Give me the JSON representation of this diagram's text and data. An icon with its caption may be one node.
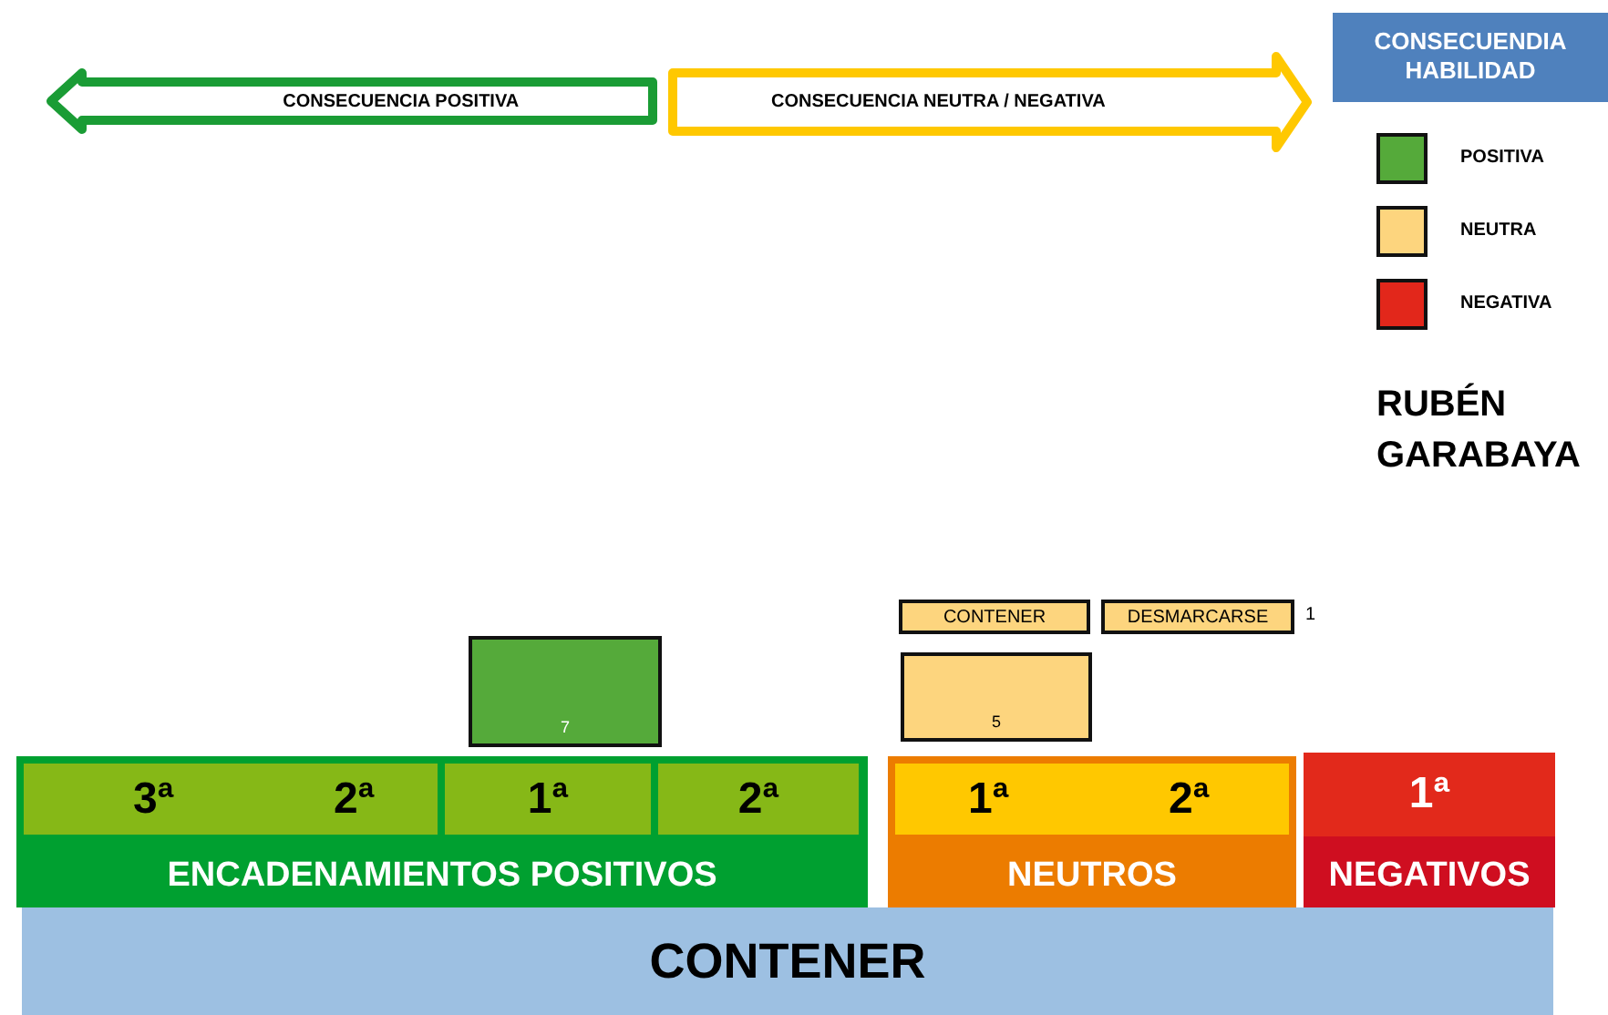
{
  "diagram": {
    "nodes": [
      {
        "text": [
          "CONSECUENCIA POSITIVA"
        ]
      },
      {
        "text": [
          "CONSECUENCIA NEUTRA / NEGATIVA"
        ]
      },
      {
        "text": [
          "CONSECUENDIA HABILIDAD"
        ]
      },
      {
        "text": [
          "7"
        ]
      },
      {
        "text": [
          "CONTENER"
        ]
      },
      {
        "text": [
          "DESMARCARSE"
        ],
        "beside": [
          "1"
        ]
      },
      {
        "text": [
          "5"
        ]
      },
      {
        "text": [
          "ENCADENAMIENTOS POSITIVOS"
        ]
      },
      {
        "text": [
          "3ª",
          "2ª"
        ],
        "in": 7
      },
      {
        "text": [
          "1ª"
        ],
        "in": 7
      },
      {
        "text": [
          "2ª"
        ],
        "in": 7
      },
      {
        "text": [
          "NEUTROS"
        ]
      },
      {
        "text": [
          "1ª",
          "2ª"
        ],
        "in": 11
      },
      {
        "text": [
          "NEGATIVOS"
        ]
      },
      {
        "text": [
          "1ª"
        ],
        "in": 13
      },
      {
        "text": [
          "CONTENER"
        ]
      }
    ],
    "labels": [
      "RUBÉN GARABAYA"
    ],
    "legend": [
      {
        "text": "POSITIVA",
        "color": "#55aa3a"
      },
      {
        "text": "NEUTRA",
        "color": "#fdd57e"
      },
      {
        "text": "NEGATIVA",
        "color": "#e2271b"
      }
    ]
  }
}
